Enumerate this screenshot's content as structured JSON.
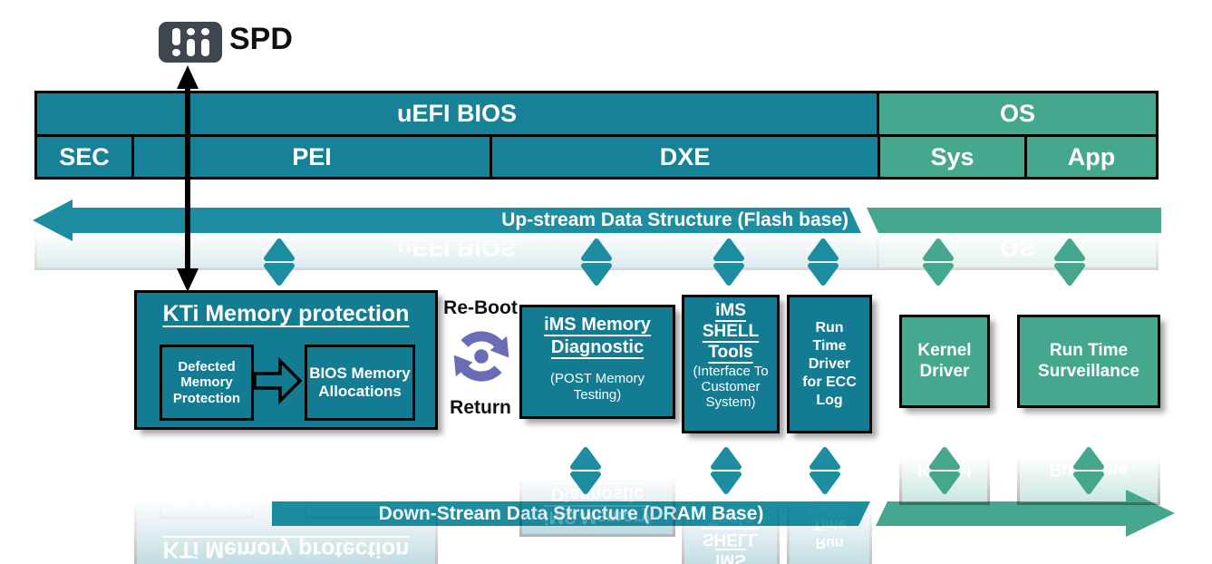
{
  "colors": {
    "bios_teal": "#178198",
    "box_teal": "#137c93",
    "os_green": "#46a78f",
    "arrow_teal": "#1d8da1",
    "reboot_purple": "#6a6db6",
    "spd_chip_dark": "#3f4650",
    "connector_black": "#000000"
  },
  "spd": {
    "label": "SPD"
  },
  "table": {
    "row1": [
      {
        "label": "uEFI BIOS"
      },
      {
        "label": "OS"
      }
    ],
    "row2": [
      {
        "label": "SEC"
      },
      {
        "label": "PEI"
      },
      {
        "label": "DXE"
      },
      {
        "label": "Sys"
      },
      {
        "label": "App"
      }
    ]
  },
  "streams": {
    "up_label": "Up-stream Data Structure (Flash base)",
    "down_label": "Down-Stream Data Structure (DRAM Base)"
  },
  "reboot": {
    "top": "Re-Boot",
    "bottom": "Return"
  },
  "modules": {
    "kti": {
      "title": "KTi Memory protection",
      "left_child": "Defected Memory Protection",
      "right_child": "BIOS Memory Allocations"
    },
    "diag": {
      "title": "iMS Memory Diagnostic",
      "subtitle": "(POST Memory Testing)"
    },
    "shell": {
      "title": "iMS SHELL Tools",
      "subtitle": "(Interface To Customer System)"
    },
    "ecc": {
      "title": "Run Time Driver for ECC Log"
    },
    "kernel": {
      "title": "Kernel Driver"
    },
    "surv": {
      "title": "Run Time Surveillance"
    }
  }
}
